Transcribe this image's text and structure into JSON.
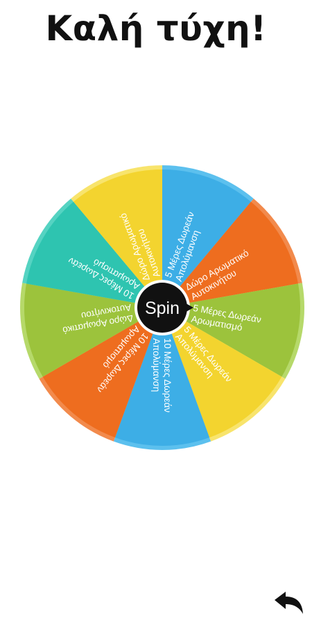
{
  "header": {
    "title": "Καλή τύχη!"
  },
  "wheel": {
    "spin_label": "Spin",
    "segments": [
      {
        "lines": [
          "5  Μέρες Δωρεάν",
          "Απολύμανση"
        ],
        "color": "#3daee6",
        "rim": "#5cc0ee"
      },
      {
        "lines": [
          "Δώρο Αρωματικό",
          "Αυτοκινήτου"
        ],
        "color": "#ee6d1f",
        "rim": "#f28a4c"
      },
      {
        "lines": [
          "5  Μέρες Δωρεάν",
          "Αρωματισμό"
        ],
        "color": "#9cc33c",
        "rim": "#b6d96a"
      },
      {
        "lines": [
          "5  Μέρες Δωρεάν",
          "Απολύμανση"
        ],
        "color": "#f3d42f",
        "rim": "#f8e46c"
      },
      {
        "lines": [
          "10 Μέρες Δωρεάν",
          "Απολύμανση"
        ],
        "color": "#3daee6",
        "rim": "#5cc0ee"
      },
      {
        "lines": [
          "10 Μέρες Δωρεάν",
          "Αρωματισμό"
        ],
        "color": "#ee6d1f",
        "rim": "#f28a4c"
      },
      {
        "lines": [
          "Δώρο Αρωματικό",
          "Αυτοκινήτου"
        ],
        "color": "#9cc33c",
        "rim": "#b6d96a"
      },
      {
        "lines": [
          "10 Μέρες Δωρεάν",
          "Αρωματισμό"
        ],
        "color": "#2ec4b0",
        "rim": "#55d3c2"
      },
      {
        "lines": [
          "Δώρο Αρωματικό",
          "Αυτοκινήτου"
        ],
        "color": "#f3d42f",
        "rim": "#f8e46c"
      }
    ],
    "hub_color": "#111111"
  },
  "controls": {
    "back_icon": "undo-arrow-icon"
  }
}
